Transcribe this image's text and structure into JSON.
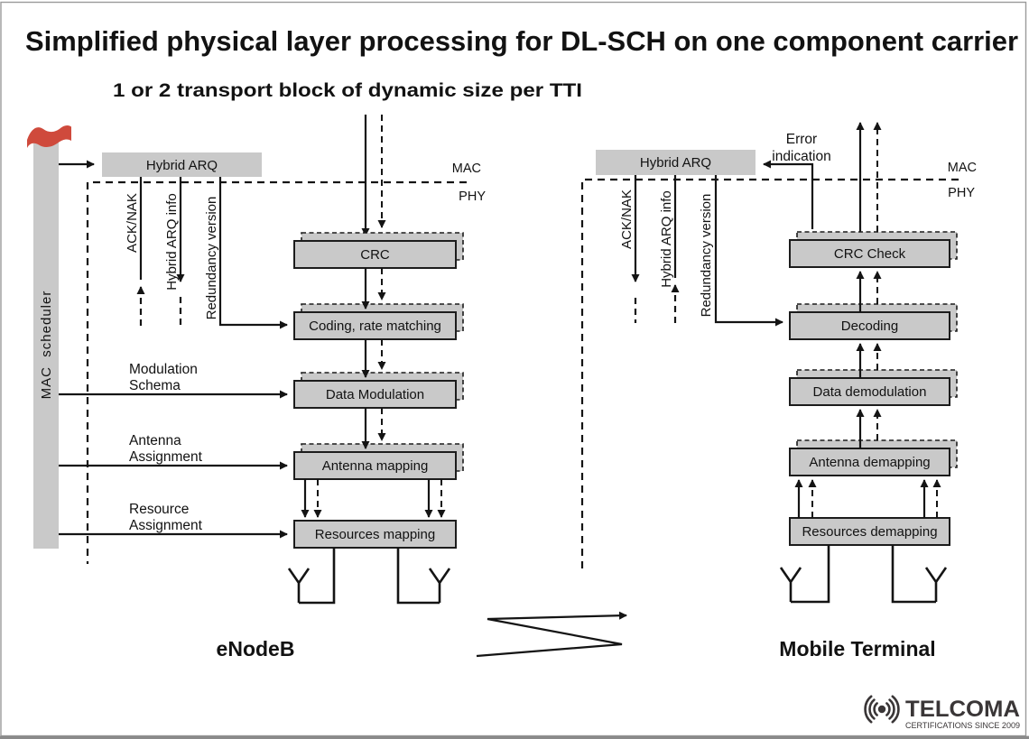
{
  "title": "Simplified physical layer processing for DL-SCH on one component carrier",
  "subtitle": "1 or 2 transport block of dynamic size per TTI",
  "colors": {
    "box_fill": "#c9c9c9",
    "flag_red": "#cf4a3c",
    "logo_gray": "#3a3637"
  },
  "left": {
    "section_label": "eNodeB",
    "scheduler_label": "MAC  scheduler",
    "harq_label": "Hybrid ARQ",
    "layers": {
      "mac": "MAC",
      "phy": "PHY"
    },
    "signals": {
      "ack": "ACK/NAK",
      "info": "Hybrid ARQ info",
      "rv": "Redundancy version"
    },
    "inputs": [
      {
        "line1": "Modulation",
        "line2": "Schema"
      },
      {
        "line1": "Antenna",
        "line2": "Assignment"
      },
      {
        "line1": "Resource",
        "line2": "Assignment"
      }
    ],
    "chain": [
      "CRC",
      "Coding, rate matching",
      "Data Modulation",
      "Antenna mapping",
      "Resources mapping"
    ]
  },
  "right": {
    "section_label": "Mobile Terminal",
    "harq_label": "Hybrid ARQ",
    "error_indication": {
      "line1": "Error",
      "line2": "indication"
    },
    "layers": {
      "mac": "MAC",
      "phy": "PHY"
    },
    "signals": {
      "ack": "ACK/NAK",
      "info": "Hybrid ARQ info",
      "rv": "Redundancy version"
    },
    "chain": [
      "CRC Check",
      "Decoding",
      "Data demodulation",
      "Antenna demapping",
      "Resources demapping"
    ]
  },
  "logo": {
    "name": "TELCOMA",
    "tagline": "CERTIFICATIONS SINCE 2009"
  }
}
